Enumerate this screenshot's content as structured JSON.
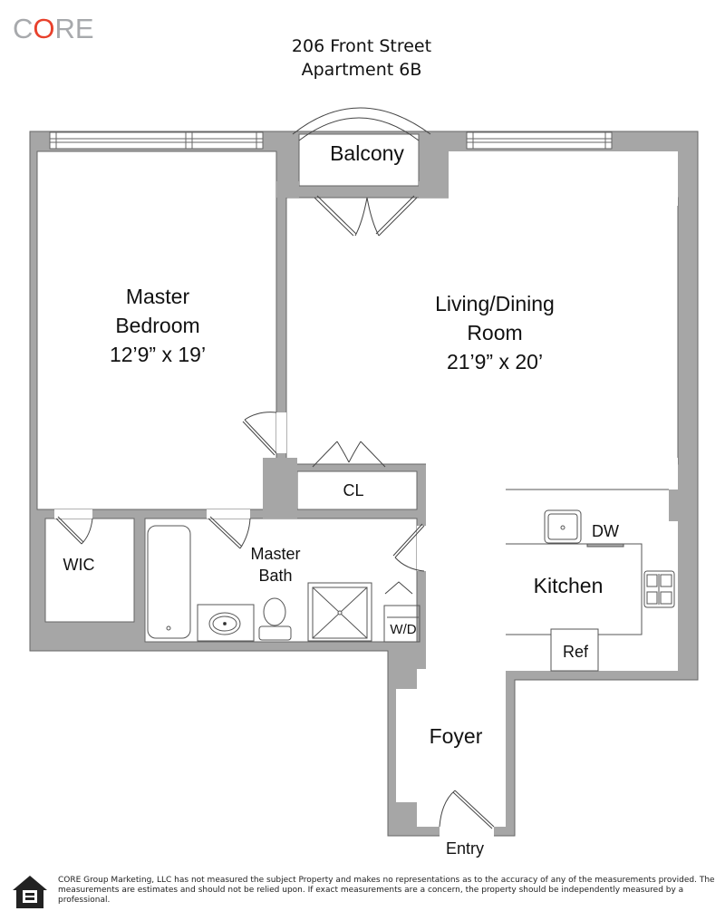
{
  "logo": {
    "prefix": "C",
    "accent": "O",
    "suffix": "RE",
    "accent_color": "#e8412c",
    "text_color": "#a7a9ac"
  },
  "header": {
    "line1": "206 Front Street",
    "line2": "Apartment 6B"
  },
  "rooms": {
    "balcony": {
      "name": "Balcony"
    },
    "master_bedroom": {
      "name1": "Master",
      "name2": "Bedroom",
      "dims": "12’9” x 19’"
    },
    "living_dining": {
      "name1": "Living/Dining",
      "name2": "Room",
      "dims": "21’9” x 20’"
    },
    "closet": {
      "name": "CL"
    },
    "wic": {
      "name": "WIC"
    },
    "master_bath": {
      "name1": "Master",
      "name2": "Bath"
    },
    "washer_dryer": {
      "name": "W/D"
    },
    "dishwasher": {
      "name": "DW"
    },
    "kitchen": {
      "name": "Kitchen"
    },
    "refrigerator": {
      "name": "Ref"
    },
    "foyer": {
      "name": "Foyer"
    },
    "entry": {
      "name": "Entry"
    }
  },
  "colors": {
    "wall": "#a6a6a6",
    "line": "#555555"
  },
  "footer": {
    "disclaimer": "CORE Group Marketing, LLC has not measured the subject Property and makes no representations as to the accuracy of any of the measurements provided. The measurements are estimates and should not be relied upon. If exact measurements are a concern, the property should be independently measured by a professional."
  }
}
